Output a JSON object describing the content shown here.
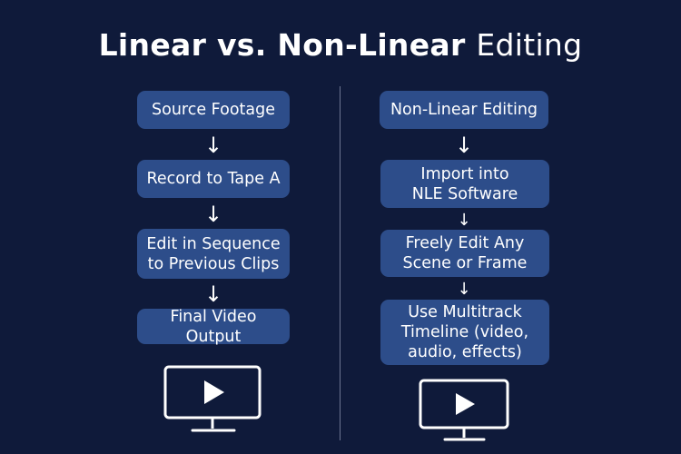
{
  "title": {
    "bold": "Linear vs. Non-Linear",
    "light": "Editing"
  },
  "linear": {
    "steps": [
      "Source Footage",
      "Record to Tape A",
      "Edit in Sequence\nto Previous Clips",
      "Final Video Output"
    ]
  },
  "nonlinear": {
    "steps": [
      "Non-Linear Editing",
      "Import into\nNLE Software",
      "Freely Edit Any\nScene or Frame",
      "Use Multitrack\nTimeline (video,\naudio, effects)"
    ]
  },
  "icons": {
    "arrow": "down-arrow-icon",
    "monitor": "monitor-play-icon"
  },
  "colors": {
    "background": "#0f1a3a",
    "box": "#2d4d8a",
    "text": "#ffffff",
    "divider": "#6c7591"
  }
}
